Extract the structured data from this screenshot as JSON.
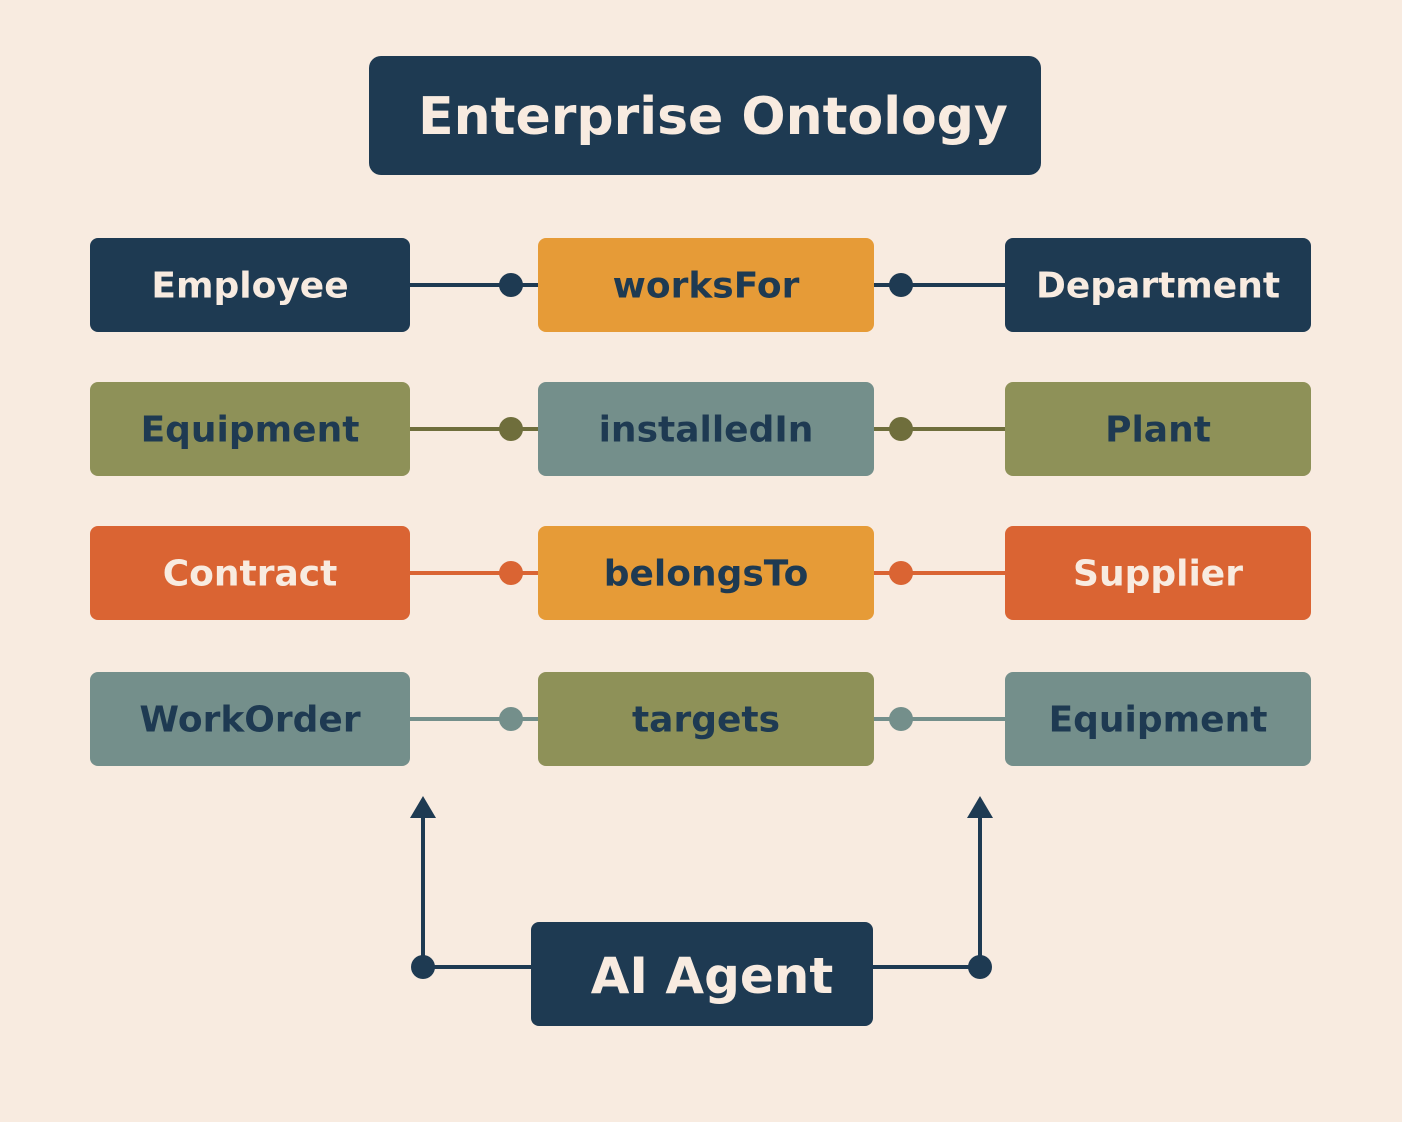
{
  "colors": {
    "background": "#f8ebe0",
    "navy": "#1e3a52",
    "orange": "#e69b37",
    "olive": "#8e9158",
    "teal": "#748f8b",
    "red_orange": "#da6433",
    "text_light": "#f8ebe0",
    "text_dark": "#1e3a52",
    "dot_olive": "#6f6e3c"
  },
  "title": "Enterprise Ontology",
  "relations": [
    {
      "subject": "Employee",
      "predicate": "worksFor",
      "object": "Department",
      "subject_color": "navy",
      "predicate_color": "orange",
      "object_color": "navy",
      "line_color": "navy",
      "subject_text": "text_light",
      "predicate_text": "text_dark",
      "object_text": "text_light"
    },
    {
      "subject": "Equipment",
      "predicate": "installedIn",
      "object": "Plant",
      "subject_color": "olive",
      "predicate_color": "teal",
      "object_color": "olive",
      "line_color": "dot_olive",
      "subject_text": "text_dark",
      "predicate_text": "text_dark",
      "object_text": "text_dark"
    },
    {
      "subject": "Contract",
      "predicate": "belongsTo",
      "object": "Supplier",
      "subject_color": "red_orange",
      "predicate_color": "orange",
      "object_color": "red_orange",
      "line_color": "red_orange",
      "subject_text": "text_light",
      "predicate_text": "text_dark",
      "object_text": "text_light"
    },
    {
      "subject": "WorkOrder",
      "predicate": "targets",
      "object": "Equipment",
      "subject_color": "teal",
      "predicate_color": "olive",
      "object_color": "teal",
      "line_color": "teal",
      "subject_text": "text_dark",
      "predicate_text": "text_dark",
      "object_text": "text_dark"
    }
  ],
  "agent": "AI Agent"
}
